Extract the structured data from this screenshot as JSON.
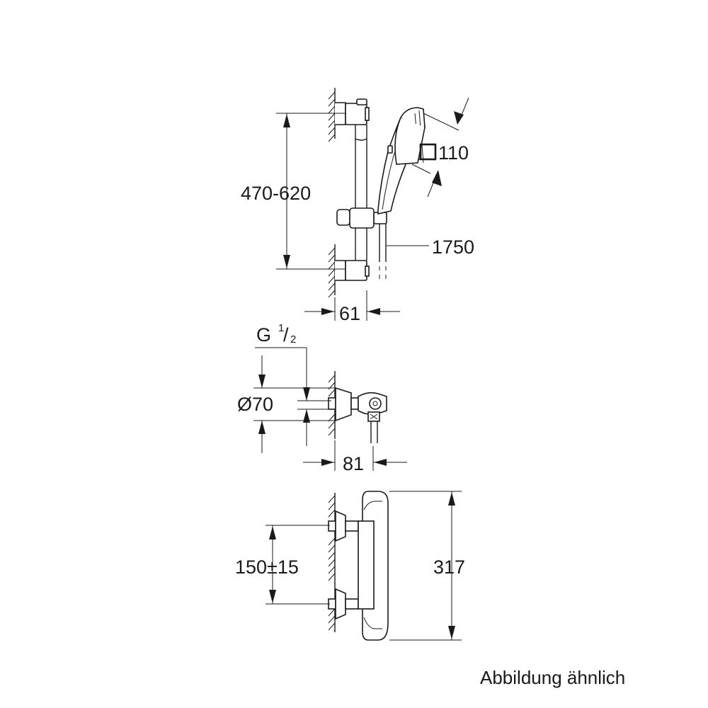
{
  "diagram": {
    "shower_set": {
      "height_range": "470-620",
      "hand_shower_size": "110",
      "hose_length": "1750",
      "rail_depth": "61"
    },
    "wall_connector": {
      "thread": "G",
      "thread_fraction_num": "1",
      "thread_fraction_den": "2",
      "rosette_diameter": "Ø70",
      "depth": "81"
    },
    "thermostat": {
      "center_distance": "150±15",
      "height": "317"
    },
    "icons": [
      "square-profile-icon",
      "wall-hatch-icon",
      "dimension-arrow-icon"
    ]
  },
  "caption": "Abbildung ähnlich"
}
